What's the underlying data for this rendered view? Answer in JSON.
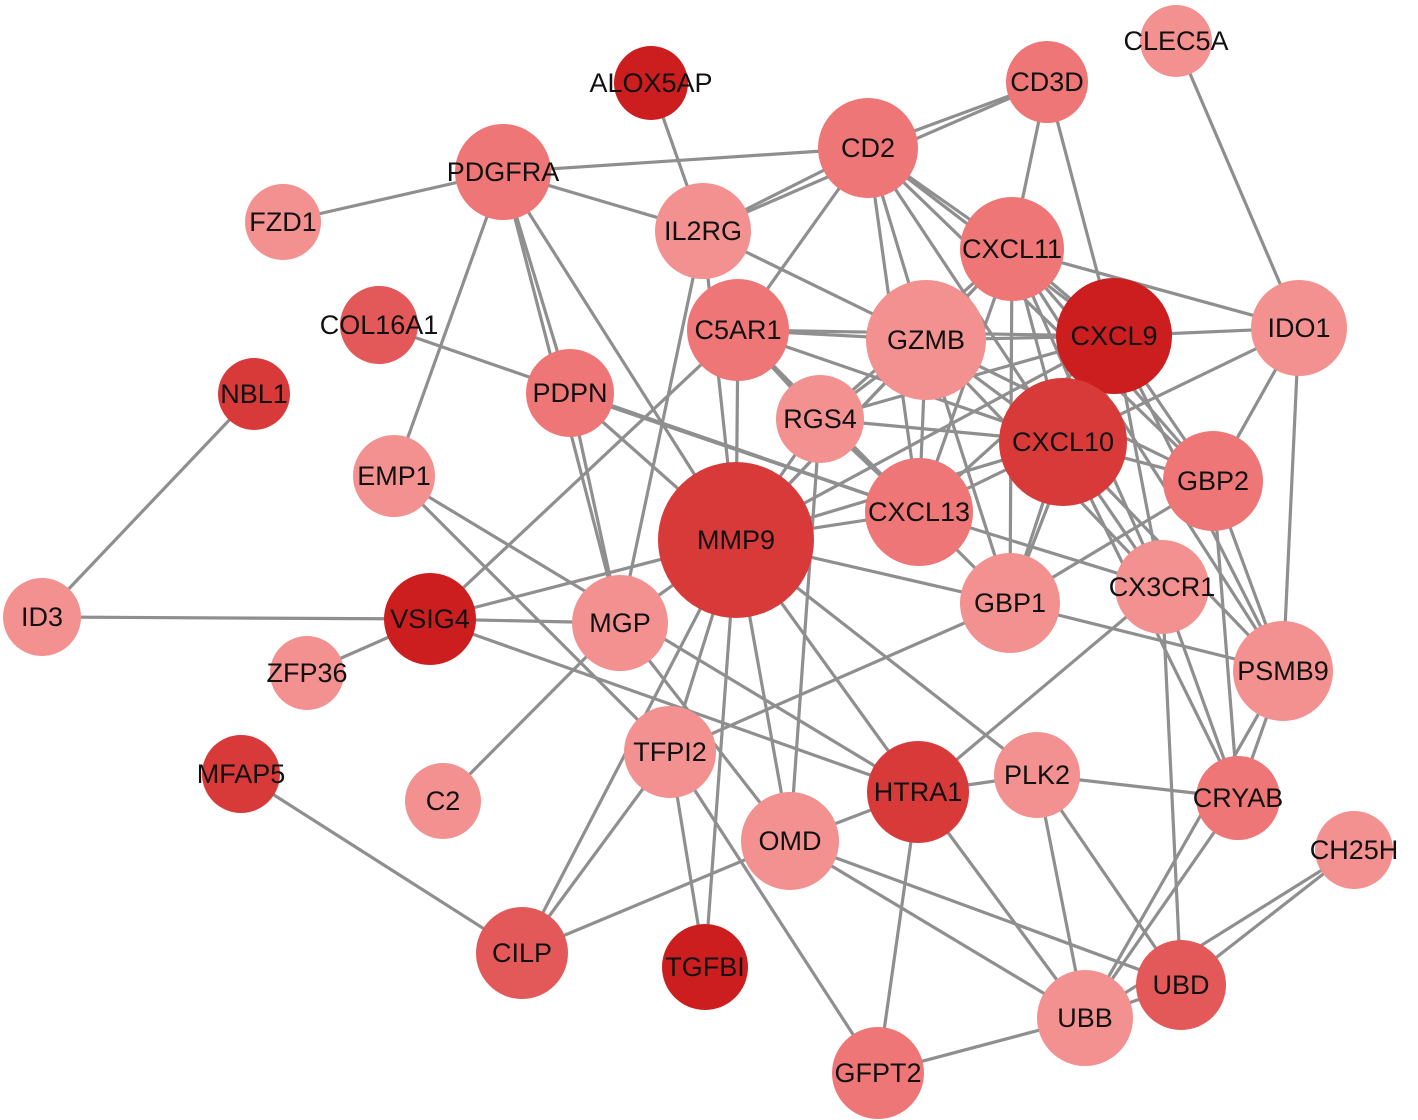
{
  "network": {
    "colors": {
      "edge": "#8f8f8f",
      "label": "#111111",
      "level_1": "#f39090",
      "level_2": "#ee7676",
      "level_3": "#e35858",
      "level_4": "#d83a3a",
      "level_5": "#cc1e1e"
    },
    "nodes": [
      {
        "id": "ALOX5AP",
        "label": "ALOX5AP",
        "level": 5
      },
      {
        "id": "CLEC5A",
        "label": "CLEC5A",
        "level": 1
      },
      {
        "id": "CD3D",
        "label": "CD3D",
        "level": 2
      },
      {
        "id": "CD2",
        "label": "CD2",
        "level": 2
      },
      {
        "id": "PDGFRA",
        "label": "PDGFRA",
        "level": 2
      },
      {
        "id": "FZD1",
        "label": "FZD1",
        "level": 1
      },
      {
        "id": "IL2RG",
        "label": "IL2RG",
        "level": 1
      },
      {
        "id": "CXCL11",
        "label": "CXCL11",
        "level": 2
      },
      {
        "id": "COL16A1",
        "label": "COL16A1",
        "level": 3
      },
      {
        "id": "C5AR1",
        "label": "C5AR1",
        "level": 2
      },
      {
        "id": "GZMB",
        "label": "GZMB",
        "level": 1
      },
      {
        "id": "CXCL9",
        "label": "CXCL9",
        "level": 5
      },
      {
        "id": "IDO1",
        "label": "IDO1",
        "level": 1
      },
      {
        "id": "NBL1",
        "label": "NBL1",
        "level": 4
      },
      {
        "id": "PDPN",
        "label": "PDPN",
        "level": 2
      },
      {
        "id": "RGS4",
        "label": "RGS4",
        "level": 1
      },
      {
        "id": "CXCL10",
        "label": "CXCL10",
        "level": 4
      },
      {
        "id": "EMP1",
        "label": "EMP1",
        "level": 1
      },
      {
        "id": "GBP2",
        "label": "GBP2",
        "level": 2
      },
      {
        "id": "MMP9",
        "label": "MMP9",
        "level": 4
      },
      {
        "id": "CXCL13",
        "label": "CXCL13",
        "level": 2
      },
      {
        "id": "ID3",
        "label": "ID3",
        "level": 1
      },
      {
        "id": "VSIG4",
        "label": "VSIG4",
        "level": 5
      },
      {
        "id": "MGP",
        "label": "MGP",
        "level": 1
      },
      {
        "id": "GBP1",
        "label": "GBP1",
        "level": 1
      },
      {
        "id": "CX3CR1",
        "label": "CX3CR1",
        "level": 1
      },
      {
        "id": "ZFP36",
        "label": "ZFP36",
        "level": 1
      },
      {
        "id": "PSMB9",
        "label": "PSMB9",
        "level": 1
      },
      {
        "id": "TFPI2",
        "label": "TFPI2",
        "level": 1
      },
      {
        "id": "MFAP5",
        "label": "MFAP5",
        "level": 4
      },
      {
        "id": "C2",
        "label": "C2",
        "level": 1
      },
      {
        "id": "HTRA1",
        "label": "HTRA1",
        "level": 4
      },
      {
        "id": "PLK2",
        "label": "PLK2",
        "level": 1
      },
      {
        "id": "CRYAB",
        "label": "CRYAB",
        "level": 2
      },
      {
        "id": "OMD",
        "label": "OMD",
        "level": 1
      },
      {
        "id": "CH25H",
        "label": "CH25H",
        "level": 1
      },
      {
        "id": "CILP",
        "label": "CILP",
        "level": 3
      },
      {
        "id": "TGFBI",
        "label": "TGFBI",
        "level": 5
      },
      {
        "id": "UBD",
        "label": "UBD",
        "level": 3
      },
      {
        "id": "UBB",
        "label": "UBB",
        "level": 1
      },
      {
        "id": "GFPT2",
        "label": "GFPT2",
        "level": 2
      }
    ],
    "edges": [
      [
        "ALOX5AP",
        "IL2RG"
      ],
      [
        "CLEC5A",
        "IDO1"
      ],
      [
        "CD3D",
        "CD2"
      ],
      [
        "CD3D",
        "IL2RG"
      ],
      [
        "CD3D",
        "CXCL11"
      ],
      [
        "CD3D",
        "CXCL9"
      ],
      [
        "CD2",
        "PDGFRA"
      ],
      [
        "CD2",
        "IL2RG"
      ],
      [
        "CD2",
        "C5AR1"
      ],
      [
        "CD2",
        "GZMB"
      ],
      [
        "CD2",
        "CXCL11"
      ],
      [
        "CD2",
        "CXCL9"
      ],
      [
        "CD2",
        "CXCL10"
      ],
      [
        "CD2",
        "CXCL13"
      ],
      [
        "CD2",
        "GBP2"
      ],
      [
        "PDGFRA",
        "FZD1"
      ],
      [
        "PDGFRA",
        "IL2RG"
      ],
      [
        "PDGFRA",
        "PDPN"
      ],
      [
        "PDGFRA",
        "EMP1"
      ],
      [
        "PDGFRA",
        "MMP9"
      ],
      [
        "PDGFRA",
        "MGP"
      ],
      [
        "IL2RG",
        "GZMB"
      ],
      [
        "IL2RG",
        "MMP9"
      ],
      [
        "IL2RG",
        "MGP"
      ],
      [
        "CXCL11",
        "GZMB"
      ],
      [
        "CXCL11",
        "CXCL9"
      ],
      [
        "CXCL11",
        "IDO1"
      ],
      [
        "CXCL11",
        "CXCL10"
      ],
      [
        "CXCL11",
        "RGS4"
      ],
      [
        "CXCL11",
        "CXCL13"
      ],
      [
        "CXCL11",
        "GBP2"
      ],
      [
        "CXCL11",
        "GBP1"
      ],
      [
        "CXCL11",
        "CX3CR1"
      ],
      [
        "CXCL11",
        "PSMB9"
      ],
      [
        "CXCL11",
        "MMP9"
      ],
      [
        "COL16A1",
        "CXCL13"
      ],
      [
        "C5AR1",
        "GZMB"
      ],
      [
        "C5AR1",
        "CXCL9"
      ],
      [
        "C5AR1",
        "CXCL10"
      ],
      [
        "C5AR1",
        "RGS4"
      ],
      [
        "C5AR1",
        "MMP9"
      ],
      [
        "C5AR1",
        "VSIG4"
      ],
      [
        "C5AR1",
        "CXCL13"
      ],
      [
        "GZMB",
        "CXCL9"
      ],
      [
        "GZMB",
        "CXCL10"
      ],
      [
        "GZMB",
        "RGS4"
      ],
      [
        "GZMB",
        "MMP9"
      ],
      [
        "GZMB",
        "CXCL13"
      ],
      [
        "GZMB",
        "GBP1"
      ],
      [
        "GZMB",
        "GBP2"
      ],
      [
        "GZMB",
        "CX3CR1"
      ],
      [
        "CXCL9",
        "IDO1"
      ],
      [
        "CXCL9",
        "CXCL10"
      ],
      [
        "CXCL9",
        "RGS4"
      ],
      [
        "CXCL9",
        "GBP2"
      ],
      [
        "CXCL9",
        "CXCL13"
      ],
      [
        "CXCL9",
        "GBP1"
      ],
      [
        "CXCL9",
        "CX3CR1"
      ],
      [
        "CXCL9",
        "PSMB9"
      ],
      [
        "CXCL9",
        "MMP9"
      ],
      [
        "IDO1",
        "CXCL10"
      ],
      [
        "IDO1",
        "GBP2"
      ],
      [
        "IDO1",
        "PSMB9"
      ],
      [
        "NBL1",
        "ID3"
      ],
      [
        "PDPN",
        "MMP9"
      ],
      [
        "PDPN",
        "MGP"
      ],
      [
        "PDPN",
        "CXCL13"
      ],
      [
        "RGS4",
        "CXCL10"
      ],
      [
        "RGS4",
        "CXCL13"
      ],
      [
        "RGS4",
        "MMP9"
      ],
      [
        "RGS4",
        "OMD"
      ],
      [
        "CXCL10",
        "GBP2"
      ],
      [
        "CXCL10",
        "CXCL13"
      ],
      [
        "CXCL10",
        "GBP1"
      ],
      [
        "CXCL10",
        "CX3CR1"
      ],
      [
        "CXCL10",
        "PSMB9"
      ],
      [
        "CXCL10",
        "MMP9"
      ],
      [
        "CXCL10",
        "CRYAB"
      ],
      [
        "EMP1",
        "TFPI2"
      ],
      [
        "EMP1",
        "HTRA1"
      ],
      [
        "GBP2",
        "GBP1"
      ],
      [
        "GBP2",
        "PSMB9"
      ],
      [
        "GBP2",
        "CRYAB"
      ],
      [
        "MMP9",
        "CXCL13"
      ],
      [
        "MMP9",
        "GBP1"
      ],
      [
        "MMP9",
        "VSIG4"
      ],
      [
        "MMP9",
        "MGP"
      ],
      [
        "MMP9",
        "TFPI2"
      ],
      [
        "MMP9",
        "TGFBI"
      ],
      [
        "MMP9",
        "OMD"
      ],
      [
        "MMP9",
        "HTRA1"
      ],
      [
        "MMP9",
        "PLK2"
      ],
      [
        "MMP9",
        "CILP"
      ],
      [
        "CXCL13",
        "GBP1"
      ],
      [
        "CXCL13",
        "CX3CR1"
      ],
      [
        "ID3",
        "VSIG4"
      ],
      [
        "VSIG4",
        "ZFP36"
      ],
      [
        "VSIG4",
        "MGP"
      ],
      [
        "VSIG4",
        "HTRA1"
      ],
      [
        "MGP",
        "C2"
      ],
      [
        "MGP",
        "OMD"
      ],
      [
        "GBP1",
        "PSMB9"
      ],
      [
        "GBP1",
        "TFPI2"
      ],
      [
        "CX3CR1",
        "HTRA1"
      ],
      [
        "CX3CR1",
        "CRYAB"
      ],
      [
        "CX3CR1",
        "UBD"
      ],
      [
        "PSMB9",
        "CRYAB"
      ],
      [
        "PSMB9",
        "UBB"
      ],
      [
        "TFPI2",
        "TGFBI"
      ],
      [
        "TFPI2",
        "CILP"
      ],
      [
        "TFPI2",
        "GFPT2"
      ],
      [
        "MFAP5",
        "CILP"
      ],
      [
        "HTRA1",
        "PLK2"
      ],
      [
        "HTRA1",
        "OMD"
      ],
      [
        "HTRA1",
        "UBB"
      ],
      [
        "HTRA1",
        "GFPT2"
      ],
      [
        "PLK2",
        "CRYAB"
      ],
      [
        "PLK2",
        "UBD"
      ],
      [
        "PLK2",
        "UBB"
      ],
      [
        "CRYAB",
        "UBB"
      ],
      [
        "OMD",
        "CILP"
      ],
      [
        "OMD",
        "UBD"
      ],
      [
        "OMD",
        "UBB"
      ],
      [
        "CH25H",
        "UBD"
      ],
      [
        "CH25H",
        "UBB"
      ],
      [
        "UBD",
        "UBB"
      ],
      [
        "UBB",
        "GFPT2"
      ]
    ]
  }
}
